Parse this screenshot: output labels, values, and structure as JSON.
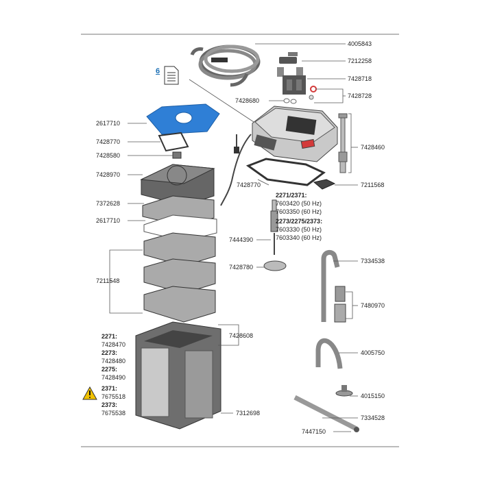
{
  "doc_ref": "6",
  "parts_right": [
    {
      "key": "hose",
      "number": "4005843"
    },
    {
      "key": "valve",
      "number": "7212258"
    },
    {
      "key": "adapter",
      "number": "7428718"
    },
    {
      "key": "oring",
      "number": "7428728"
    },
    {
      "key": "priming",
      "number": "7428460"
    },
    {
      "key": "clip",
      "number": "7211568"
    },
    {
      "key": "intake",
      "number": "7334538"
    },
    {
      "key": "strainer",
      "number": "7480970"
    },
    {
      "key": "outlet",
      "number": "4005750"
    },
    {
      "key": "sucker",
      "number": "4015150"
    },
    {
      "key": "spraybar",
      "number": "7334528"
    },
    {
      "key": "cap",
      "number": "7447150"
    }
  ],
  "parts_left": [
    {
      "key": "pad_top",
      "number": "2617710"
    },
    {
      "key": "seal_top",
      "number": "7428770"
    },
    {
      "key": "knob",
      "number": "7428580"
    },
    {
      "key": "basket_top",
      "number": "7428970"
    },
    {
      "key": "plate",
      "number": "7372628"
    },
    {
      "key": "pad_white",
      "number": "2617710"
    },
    {
      "key": "baskets",
      "number": "7211548"
    }
  ],
  "parts_center": [
    {
      "key": "head_seal",
      "number": "7428680"
    },
    {
      "key": "gasket",
      "number": "7428770"
    },
    {
      "key": "shaft",
      "number": "7444390"
    },
    {
      "key": "impeller_cover",
      "number": "7428780"
    },
    {
      "key": "canister_clip",
      "number": "7428608"
    },
    {
      "key": "feet",
      "number": "7312698"
    }
  ],
  "impeller_block": {
    "group1_title": "2271/2371:",
    "group1_lines": [
      "7603420 (50 Hz)",
      "7603350 (60 Hz)"
    ],
    "group2_title": "2273/2275/2373:",
    "group2_lines": [
      "7603330 (50 Hz)",
      "7603340 (60 Hz)"
    ]
  },
  "canister_block": [
    {
      "model": "2271:",
      "number": "7428470"
    },
    {
      "model": "2273:",
      "number": "7428480"
    },
    {
      "model": "2275:",
      "number": "7428490"
    },
    {
      "model": "2371:",
      "number": "7675518"
    },
    {
      "model": "2373:",
      "number": "7675538"
    }
  ],
  "colors": {
    "pad_blue": "#2f7fd6",
    "line": "#333333",
    "grey_dark": "#6e6e6e",
    "grey_light": "#c9c9c9",
    "red": "#d33a3a"
  }
}
